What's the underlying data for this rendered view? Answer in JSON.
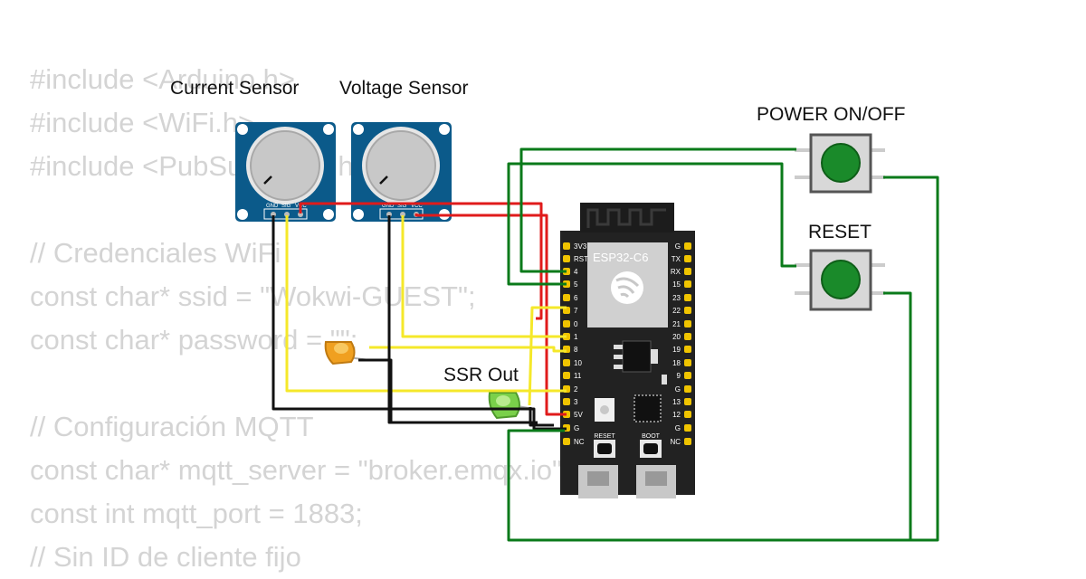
{
  "code_lines": [
    "#include <Arduino.h>",
    "#include <WiFi.h>",
    "#include <PubSubClient.h>",
    "",
    "// Credenciales WiFi",
    "const char* ssid = \"Wokwi-GUEST\";",
    "const char* password = \"\";",
    "",
    "// Configuración MQTT",
    "const char* mqtt_server = \"broker.emqx.io\";",
    "const int mqtt_port = 1883;",
    "// Sin ID de cliente fijo"
  ],
  "labels": {
    "current_sensor": "Current Sensor",
    "voltage_sensor": "Voltage Sensor",
    "power_button": "POWER ON/OFF",
    "reset_button": "RESET",
    "ssr_out": "SSR Out"
  },
  "pot_pins": {
    "gnd": "GND",
    "sig": "SIG",
    "vcc": "VCC"
  },
  "board": {
    "name": "ESP32-C6",
    "left_pins": [
      "3V3",
      "RST",
      "4",
      "5",
      "6",
      "7",
      "0",
      "1",
      "8",
      "10",
      "11",
      "2",
      "3",
      "5V",
      "G",
      "NC"
    ],
    "right_pins": [
      "G",
      "TX",
      "RX",
      "15",
      "23",
      "22",
      "21",
      "20",
      "19",
      "18",
      "9",
      "G",
      "13",
      "12",
      "G",
      "NC"
    ],
    "reset_label": "RESET",
    "boot_label": "BOOT"
  },
  "colors": {
    "wire_red": "#e01b1b",
    "wire_yellow": "#f5e82a",
    "wire_black": "#111111",
    "wire_green": "#0a7a1a",
    "pot_board": "#0b5a8a",
    "esp_board": "#222222",
    "pin_gold": "#f0c400",
    "button_green": "#1a8a2a",
    "led_orange": "#f0a020",
    "led_green": "#7ad04a"
  }
}
